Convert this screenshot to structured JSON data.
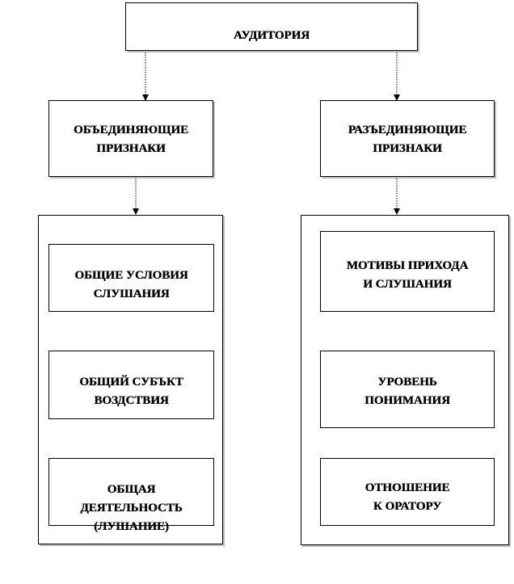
{
  "root": {
    "label": "АУДИТОРИЯ"
  },
  "left": {
    "header": "ОБЪЕДИНЯЮЩИЕ\nПРИЗНАКИ",
    "items": [
      "ОБЩИЕ УСЛОВИЯ\nСЛУШАНИЯ",
      "ОБЩИЙ СУБЪКТ\nВОЗДСТВИЯ",
      "ОБЩАЯ\nДЕЯТЕЛЬНОСТЬ\n(ЛУШАНИЕ)"
    ]
  },
  "right": {
    "header": "РАЗЪЕДИНЯЮЩИЕ\nПРИЗНАКИ",
    "items": [
      "МОТИВЫ ПРИХОДА\nИ СЛУШАНИЯ",
      "УРОВЕНЬ\nПОНИМАНИЯ",
      "ОТНОШЕНИЕ\nК ОРАТОРУ"
    ]
  }
}
